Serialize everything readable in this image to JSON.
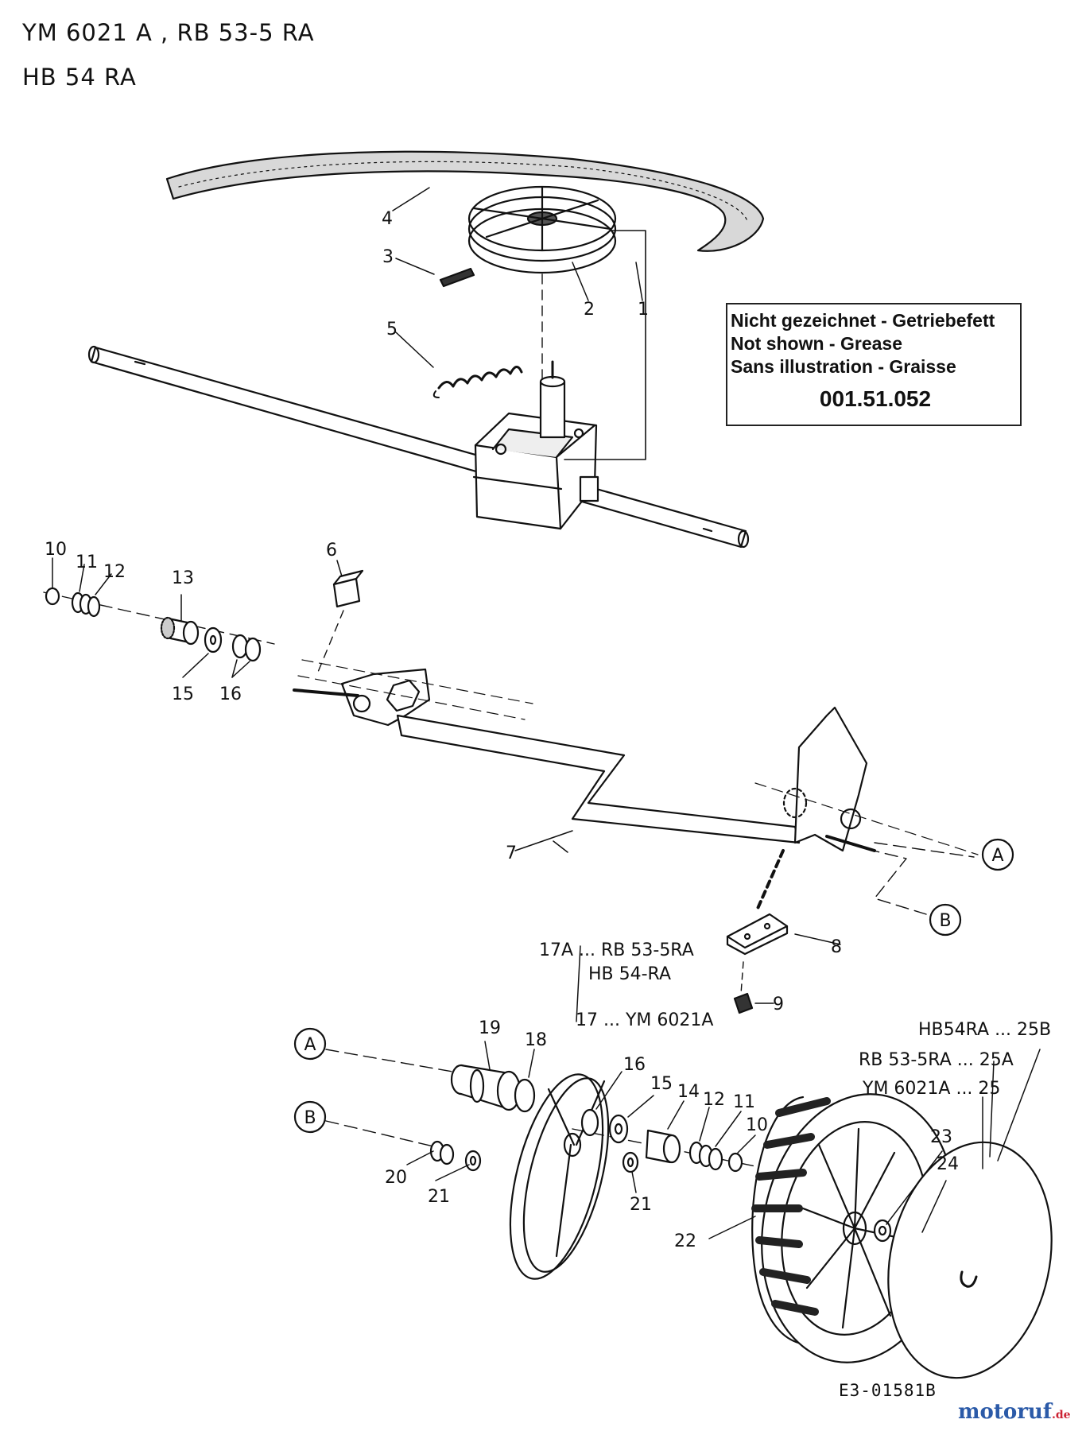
{
  "header": {
    "line1": "YM 6021 A , RB 53-5 RA",
    "line2": "HB 54 RA"
  },
  "note": {
    "line_de": "Nicht gezeichnet - Getriebefett",
    "line_en": "Not shown - Grease",
    "line_fr": "Sans illustration - Graisse",
    "part_number": "001.51.052"
  },
  "callouts": {
    "c1": "1",
    "c2": "2",
    "c3": "3",
    "c4": "4",
    "c5": "5",
    "c6": "6",
    "c7": "7",
    "c8": "8",
    "c9": "9",
    "c10a": "10",
    "c11a": "11",
    "c12a": "12",
    "c13": "13",
    "c15a": "15",
    "c16a": "16",
    "c17a": "17A ... RB 53-5RA",
    "c17a2": "HB 54-RA",
    "c17": "17 ... YM 6021A",
    "c18": "18",
    "c19": "19",
    "c16b": "16",
    "c15b": "15",
    "c14": "14",
    "c12b": "12",
    "c11b": "11",
    "c10b": "10",
    "c20": "20",
    "c21a": "21",
    "c21b": "21",
    "c22": "22",
    "c23": "23",
    "c24": "24",
    "c25b": "HB54RA ... 25B",
    "c25a": "RB 53-5RA ... 25A",
    "c25": "YM 6021A ... 25"
  },
  "references": {
    "a": "A",
    "b": "B"
  },
  "footer": {
    "drawing_code": "E3-01581B",
    "watermark": "motoruf",
    "watermark_tld": ".de"
  }
}
